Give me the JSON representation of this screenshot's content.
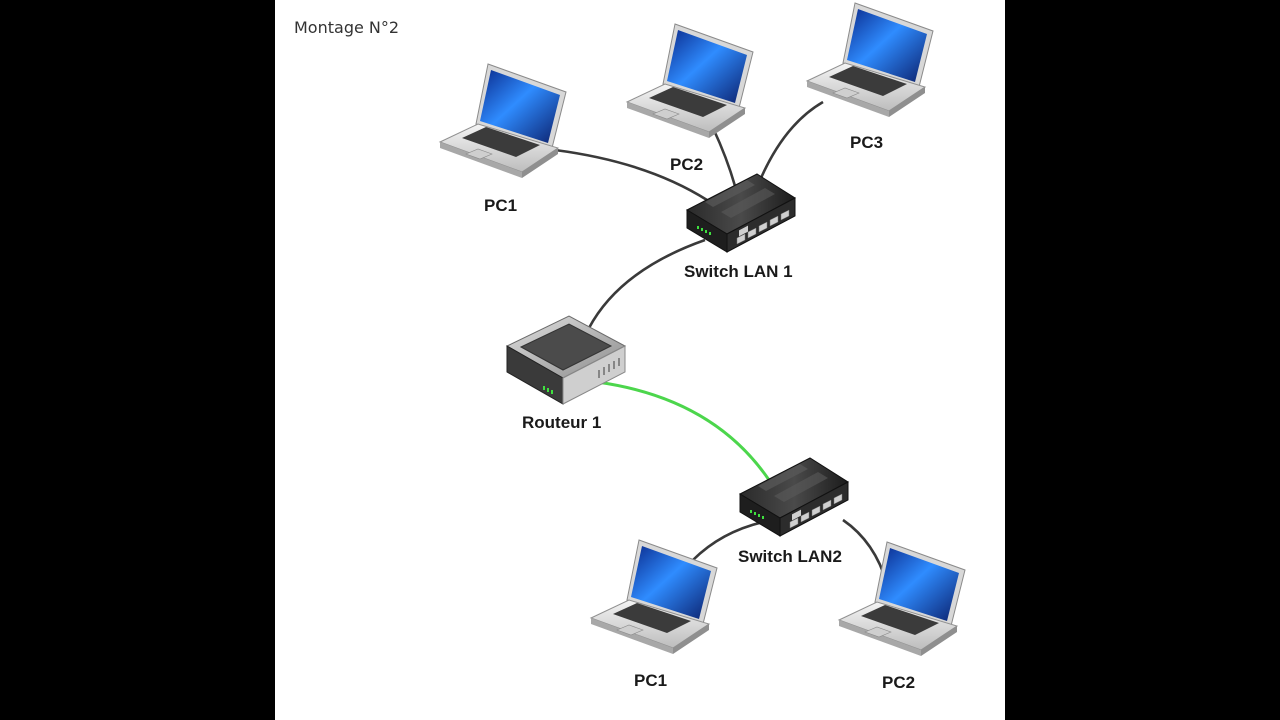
{
  "title": "Montage N°2",
  "labels": {
    "pc1_lan1": "PC1",
    "pc2_lan1": "PC2",
    "pc3_lan1": "PC3",
    "switch1": "Switch LAN 1",
    "router": "Routeur 1",
    "switch2": "Switch LAN2",
    "pc1_lan2": "PC1",
    "pc2_lan2": "PC2"
  },
  "colors": {
    "background": "#000000",
    "canvas": "#ffffff",
    "cable": "#3a3a3a",
    "router_link": "#4cd64c"
  },
  "icons": {
    "computer": "laptop-icon",
    "switch": "network-switch-icon",
    "router": "router-icon"
  }
}
